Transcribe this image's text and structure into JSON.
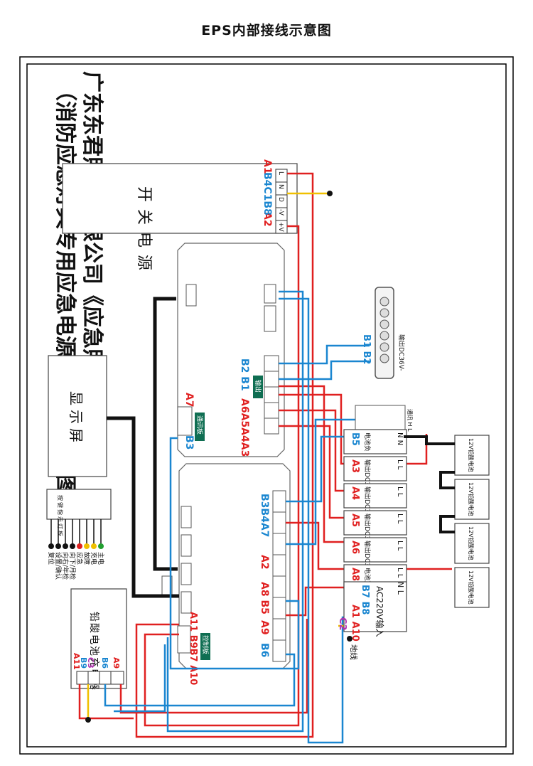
{
  "title": "EPS内部接线示意图",
  "heading": {
    "line1": "（消防应急灯具专用应急电源）》电器连接图",
    "line2": "广东东君照明有限公司《应急照明集中电源"
  },
  "blocks": {
    "switch_psu": "开关电源",
    "display": "显示屏",
    "charger": "铅酸电池充电器",
    "keyboard": "按键指示灯板",
    "comm_board": "通讯板",
    "control_board": "控制板",
    "output_label": "输出"
  },
  "psu_terminals": [
    "+V",
    "-V",
    "D",
    "N",
    "L"
  ],
  "psu_labels": {
    "group1": "A2",
    "group2": "B4C1B8",
    "group3": "A1"
  },
  "board_labels": {
    "out_top": "A6A5A4A3",
    "out_bottom": "B2 B1",
    "comm_a": "A7",
    "comm_b": "B3",
    "ctrl_mid1": "B3B4A7",
    "ctrl_mid2": "A2",
    "ctrl_mid3": "A8 B5",
    "ctrl_mid4": "A9",
    "ctrl_mid5": "B6",
    "ctrl_a": "A11 B9B7 A10"
  },
  "charger_labels": {
    "a": "A11",
    "b": "B9",
    "c": "C3",
    "d": "B6",
    "e": "A9"
  },
  "keyboard_leads": [
    "复位",
    "设置/确认",
    "向右/年检",
    "向下/月检",
    "应急",
    "故障",
    "充电",
    "主电"
  ],
  "lamp_colors": [
    "#111111",
    "#111111",
    "#111111",
    "#111111",
    "#e02020",
    "#f0c000",
    "#f0c000",
    "#22a030"
  ],
  "breakers": [
    {
      "code": "B5",
      "text": "电池负",
      "terms": "N N"
    },
    {
      "code": "A3",
      "text": "输出DC36V+",
      "terms": "L L"
    },
    {
      "code": "A4",
      "text": "输出DC36V+",
      "terms": "L L"
    },
    {
      "code": "A5",
      "text": "输出DC36V+",
      "terms": "L L"
    },
    {
      "code": "A6",
      "text": "输出DC36V+",
      "terms": "L L"
    },
    {
      "code": "A8",
      "text": "电池正",
      "terms": "L L"
    }
  ],
  "main_breaker": {
    "codes": "B7 B8",
    "codes2": "A1 A10",
    "text": "AC220V输入",
    "terms": "N L"
  },
  "ground": {
    "code": "C2",
    "label": "地线"
  },
  "batteries": [
    "12V铅酸电池",
    "12V铅酸电池",
    "12V铅酸电池",
    "12V铅酸电池"
  ],
  "busbar": {
    "codes": "B1 B2",
    "label": "输出DC36V-"
  },
  "comm_pins": "通讯 H L",
  "colors": {
    "red": "#e02020",
    "blue": "#1a86d0",
    "yellow": "#f0c000",
    "black": "#111111",
    "green": "#0f6e52"
  }
}
